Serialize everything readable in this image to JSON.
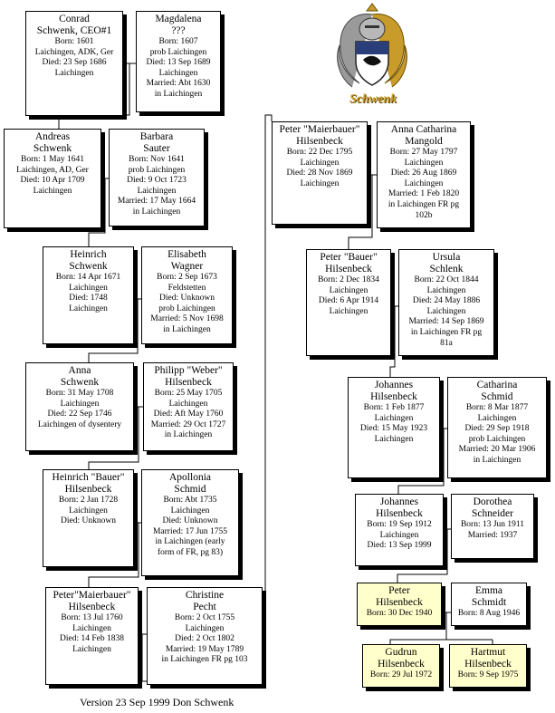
{
  "people": [
    {
      "id": "conrad",
      "name": [
        "Conrad",
        "Schwenk, CEO#1"
      ],
      "details": [
        "Born: 1601",
        "Laichingen, ADK, Ger",
        "Died: 23 Sep 1686",
        "Laichingen"
      ]
    },
    {
      "id": "magdalena",
      "name": [
        "Magdalena",
        "???"
      ],
      "details": [
        "Born: 1607",
        "prob Laichingen",
        "Died: 13 Sep 1689",
        "Laichingen",
        "Married: Abt 1630",
        "in Laichingen"
      ]
    },
    {
      "id": "andreas",
      "name": [
        "Andreas",
        "Schwenk"
      ],
      "details": [
        "Born: 1 May 1641",
        "Laichingen, AD, Ger",
        "Died: 10 Apr 1709",
        "Laichingen"
      ]
    },
    {
      "id": "barbara",
      "name": [
        "Barbara",
        "Sauter"
      ],
      "details": [
        "Born: Nov 1641",
        "prob Laichingen",
        "Died: 9 Oct 1723",
        "Laichingen",
        "Married: 17 May 1664",
        "in Laichingen"
      ]
    },
    {
      "id": "heinrich1",
      "name": [
        "Heinrich",
        "Schwenk"
      ],
      "details": [
        "Born: 14 Apr 1671",
        "Laichingen",
        "Died: 1748",
        "Laichingen"
      ]
    },
    {
      "id": "elisabeth",
      "name": [
        "Elisabeth",
        "Wagner"
      ],
      "details": [
        "Born: 2 Sep 1673",
        "Feldstetten",
        "Died: Unknown",
        "prob Laichingen",
        "Married: 5 Nov 1698",
        "in Laichingen"
      ]
    },
    {
      "id": "anna",
      "name": [
        "Anna",
        "Schwenk"
      ],
      "details": [
        "Born: 31 May 1708",
        "Laichingen",
        "Died: 22 Sep 1746",
        "Laichingen of dysentery"
      ]
    },
    {
      "id": "philipp",
      "name": [
        "Philipp \"Weber\"",
        "Hilsenbeck"
      ],
      "details": [
        "Born: 25 May 1705",
        "Laichingen",
        "Died: Aft May 1760",
        "Married: 29 Oct 1727",
        "in Laichingen"
      ]
    },
    {
      "id": "heinrich2",
      "name": [
        "Heinrich \"Bauer\"",
        "Hilsenbeck"
      ],
      "details": [
        "Born: 2 Jan 1728",
        "Laichingen",
        "Died: Unknown"
      ]
    },
    {
      "id": "apollonia",
      "name": [
        "Apollonia",
        "Schmid"
      ],
      "details": [
        "Born: Abt 1735",
        "Laichingen",
        "Died: Unknown",
        "Married: 17 Jun 1755",
        "in Laichingen (early",
        "form of FR, pg 83)"
      ]
    },
    {
      "id": "peter1",
      "name": [
        "Peter\"Maierbauer\"",
        "Hilsenbeck"
      ],
      "details": [
        "Born: 13 Jul 1760",
        "Laichingen",
        "Died: 14 Feb 1838",
        "Laichingen"
      ]
    },
    {
      "id": "christine",
      "name": [
        "Christine",
        "Pecht"
      ],
      "details": [
        "Born: 2 Oct 1755",
        "Laichingen",
        "Died: 2 Oct 1802",
        "Married: 19 May 1789",
        "in Laichingen FR pg 103"
      ]
    },
    {
      "id": "peter2",
      "name": [
        "Peter \"Maierbauer\"",
        "Hilsenbeck"
      ],
      "details": [
        "Born: 22 Dec 1795",
        "Laichingen",
        "Died: 28 Nov 1869",
        "Laichingen"
      ]
    },
    {
      "id": "annacath",
      "name": [
        "Anna Catharina",
        "Mangold"
      ],
      "details": [
        "Born: 27 May 1797",
        "Laichingen",
        "Died: 26 Aug 1869",
        "Laichingen",
        "Married: 1 Feb 1820",
        "in Laichingen FR pg",
        "102b"
      ]
    },
    {
      "id": "peter3",
      "name": [
        "Peter \"Bauer\"",
        "Hilsenbeck"
      ],
      "details": [
        "Born: 2 Dec 1834",
        "Laichingen",
        "Died: 6 Apr 1914",
        "Laichingen"
      ]
    },
    {
      "id": "ursula",
      "name": [
        "Ursula",
        "Schlenk"
      ],
      "details": [
        "Born: 22 Oct 1844",
        "Laichingen",
        "Died: 24 May 1886",
        "Laichingen",
        "Married: 14 Sep 1869",
        "in Laichingen  FR pg",
        "81a"
      ]
    },
    {
      "id": "johannes1",
      "name": [
        "Johannes",
        "Hilsenbeck"
      ],
      "details": [
        "Born: 1 Feb 1877",
        "Laichingen",
        "Died: 15 May 1923",
        "Laichingen"
      ]
    },
    {
      "id": "catharina",
      "name": [
        "Catharina",
        "Schmid"
      ],
      "details": [
        "Born: 8 Mar 1877",
        "Laichingen",
        "Died: 29 Sep 1918",
        "prob Laichingen",
        "Married: 20 Mar 1906",
        "in Laichingen"
      ]
    },
    {
      "id": "johannes2",
      "name": [
        "Johannes",
        "Hilsenbeck"
      ],
      "details": [
        "Born: 19 Sep 1912",
        "Laichingen",
        "Died: 13 Sep 1999"
      ]
    },
    {
      "id": "dorothea",
      "name": [
        "Dorothea",
        "Schneider"
      ],
      "details": [
        "Born: 13 Jun 1911",
        "Married: 1937"
      ]
    },
    {
      "id": "peter4",
      "name": [
        "Peter",
        "Hilsenbeck"
      ],
      "details": [
        "Born: 30 Dec 1940"
      ],
      "highlight": true
    },
    {
      "id": "emma",
      "name": [
        "Emma",
        "Schmidt"
      ],
      "details": [
        "Born: 8 Aug 1946"
      ]
    },
    {
      "id": "gudrun",
      "name": [
        "Gudrun",
        "Hilsenbeck"
      ],
      "details": [
        "Born: 29 Jul 1972"
      ],
      "highlight": true
    },
    {
      "id": "hartmut",
      "name": [
        "Hartmut",
        "Hilsenbeck"
      ],
      "details": [
        "Born: 9 Sep 1975"
      ],
      "highlight": true
    }
  ],
  "crest_label": "Schwenk",
  "footer": "Version 23 Sep 1999   Don Schwenk",
  "colors": {
    "highlight": "#ffffcc",
    "crest_gold": "#c89b2a",
    "crest_blue": "#2a3f7a"
  }
}
